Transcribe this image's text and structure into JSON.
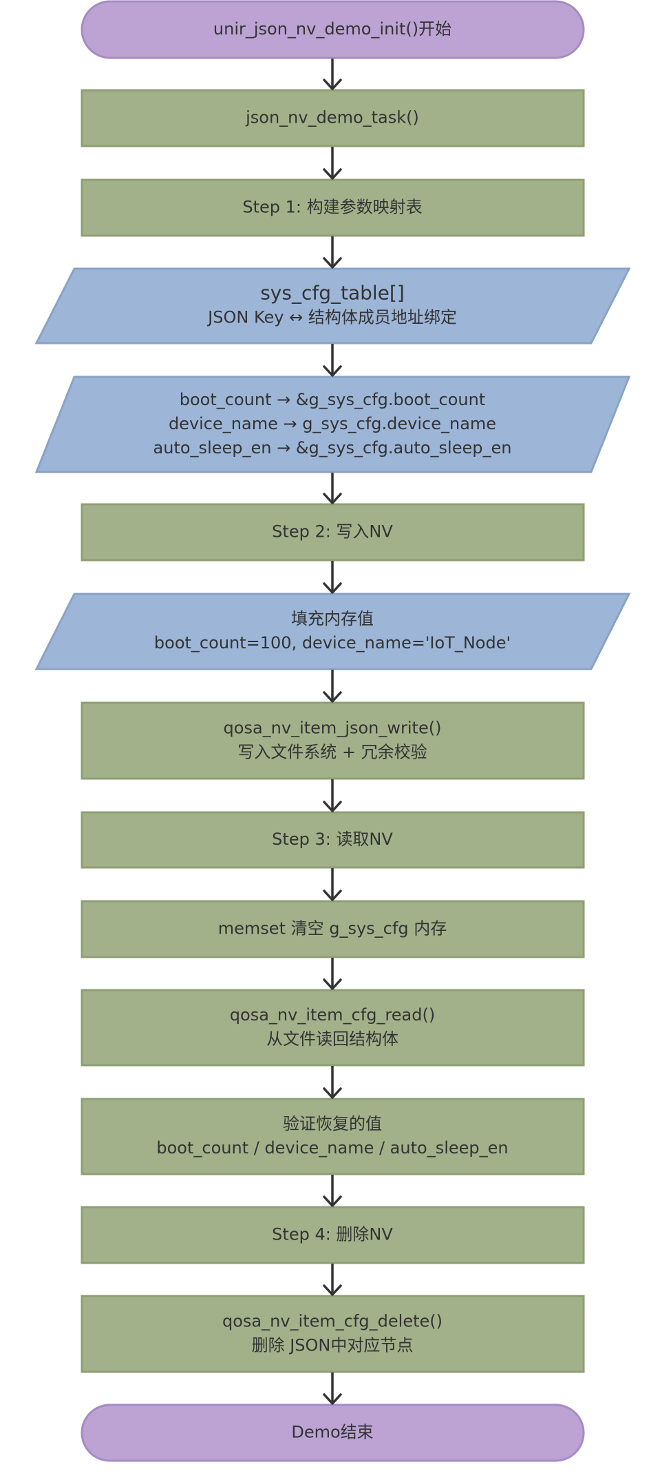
{
  "colors": {
    "terminal_fill": "#bca3d4",
    "terminal_stroke": "#a58bc3",
    "process_fill": "#a3b18a",
    "process_stroke": "#8e9f73",
    "data_fill": "#9db6d8",
    "data_stroke": "#8aa2c6",
    "text": "#333333",
    "arrow": "#333333"
  },
  "nodes": [
    {
      "id": "start",
      "shape": "terminal",
      "lines": [
        "unir_json_nv_demo_init()开始"
      ]
    },
    {
      "id": "task",
      "shape": "process",
      "lines": [
        "json_nv_demo_task()"
      ]
    },
    {
      "id": "step1",
      "shape": "process",
      "lines": [
        "Step 1: 构建参数映射表"
      ]
    },
    {
      "id": "table",
      "shape": "data",
      "lines": [
        "sys_cfg_table[]",
        "JSON Key ↔ 结构体成员地址绑定"
      ]
    },
    {
      "id": "mapping",
      "shape": "data",
      "lines": [
        "boot_count → &g_sys_cfg.boot_count",
        "device_name → g_sys_cfg.device_name",
        "auto_sleep_en → &g_sys_cfg.auto_sleep_en"
      ]
    },
    {
      "id": "step2",
      "shape": "process",
      "lines": [
        "Step 2: 写入NV"
      ]
    },
    {
      "id": "fill",
      "shape": "data",
      "lines": [
        "填充内存值",
        "boot_count=100, device_name='IoT_Node'"
      ]
    },
    {
      "id": "write",
      "shape": "process",
      "lines": [
        "qosa_nv_item_json_write()",
        "写入文件系统 + 冗余校验"
      ]
    },
    {
      "id": "step3",
      "shape": "process",
      "lines": [
        "Step 3: 读取NV"
      ]
    },
    {
      "id": "memset",
      "shape": "process",
      "lines": [
        "memset 清空 g_sys_cfg 内存"
      ]
    },
    {
      "id": "read",
      "shape": "process",
      "lines": [
        "qosa_nv_item_cfg_read()",
        "从文件读回结构体"
      ]
    },
    {
      "id": "verify",
      "shape": "process",
      "lines": [
        "验证恢复的值",
        "boot_count / device_name / auto_sleep_en"
      ]
    },
    {
      "id": "step4",
      "shape": "process",
      "lines": [
        "Step 4: 删除NV"
      ]
    },
    {
      "id": "delete",
      "shape": "process",
      "lines": [
        "qosa_nv_item_cfg_delete()",
        "删除 JSON中对应节点"
      ]
    },
    {
      "id": "end",
      "shape": "terminal",
      "lines": [
        "Demo结束"
      ]
    }
  ]
}
